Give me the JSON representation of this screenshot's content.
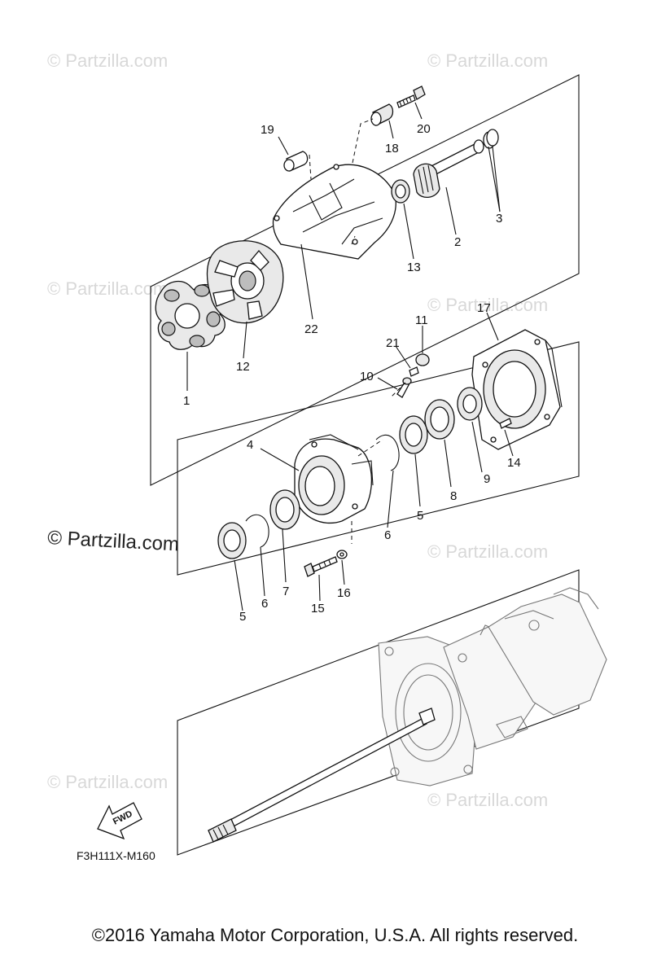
{
  "watermark": "© Partzilla.com",
  "diagram_code": "F3H111X-M160",
  "fwd_label": "FWD",
  "copyright": "©2016  Yamaha Motor Corporation, U.S.A. All rights reserved.",
  "callouts": [
    "1",
    "2",
    "3",
    "4",
    "5",
    "5",
    "6",
    "6",
    "7",
    "8",
    "9",
    "10",
    "11",
    "12",
    "13",
    "14",
    "15",
    "16",
    "17",
    "18",
    "19",
    "20",
    "21",
    "22"
  ]
}
